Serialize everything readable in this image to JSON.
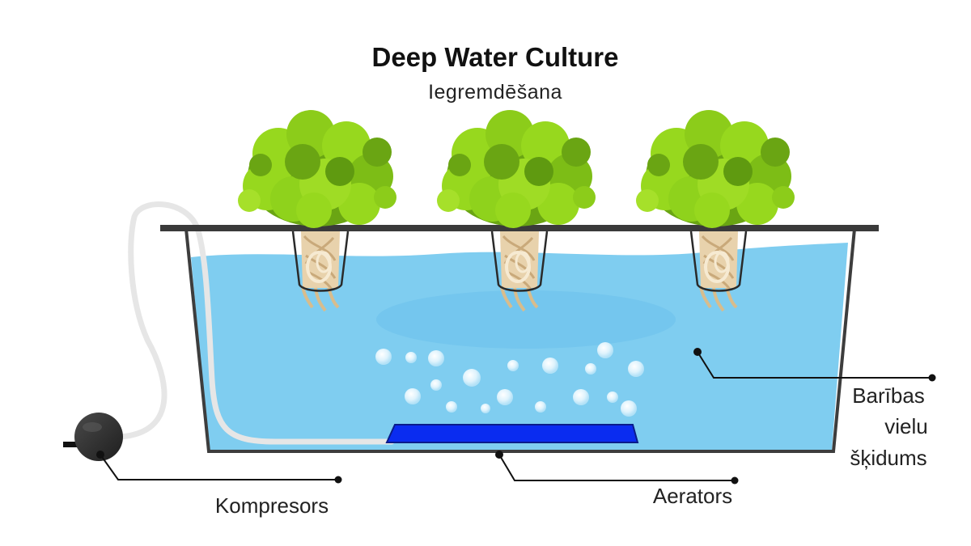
{
  "title": "Deep Water Culture",
  "subtitle": "Iegremdēšana",
  "labels": {
    "compressor": "Kompresors",
    "aerator": "Aerators",
    "nutrient_solution_line1": "Barības",
    "nutrient_solution_line2": "vielu",
    "nutrient_solution_line3": "šķidums"
  },
  "colors": {
    "water": "#7fcdf0",
    "water_highlight": "#6fc3ec",
    "tank_outline": "#3d3d3d",
    "lid": "#3a3a3a",
    "aerator": "#0a2cf0",
    "air_tube": "#e6e6e6",
    "compressor": "#2f2f2f",
    "leaf_dark": "#6aa513",
    "leaf_light": "#97d81e",
    "roots": "#e8d2ac"
  },
  "plant_count": 3
}
